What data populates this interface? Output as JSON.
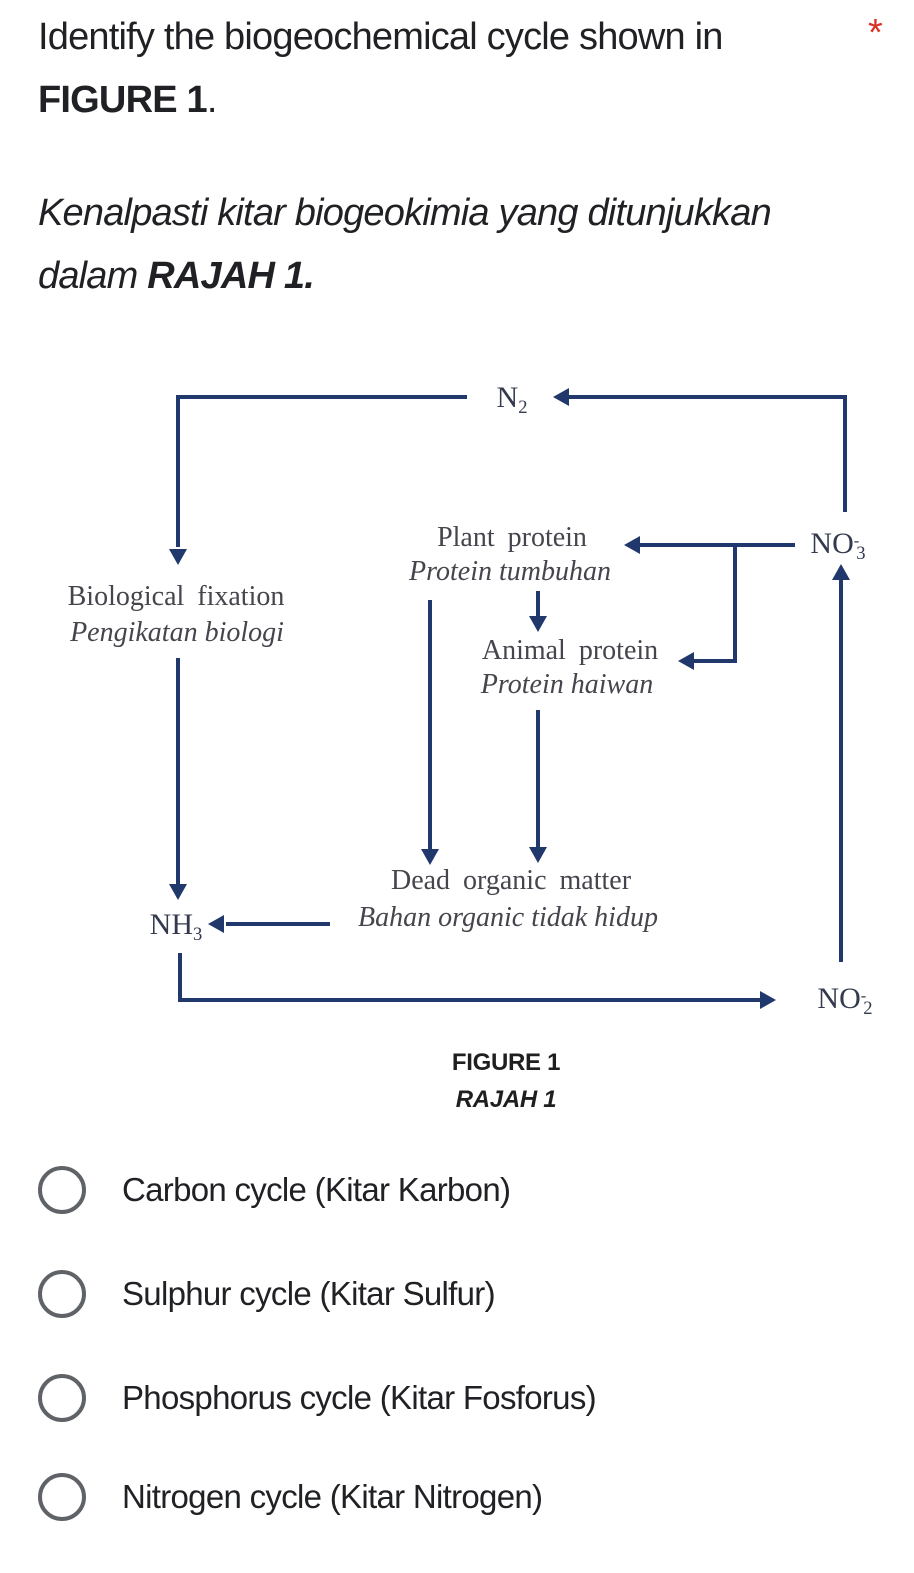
{
  "question": {
    "title_line1": "Identify the biogeochemical cycle shown in",
    "title_line2_bold": "FIGURE 1",
    "title_line2_suffix": ".",
    "required_marker": "*",
    "translation_line1": "Kenalpasti kitar biogeokimia yang ditunjukkan",
    "translation_line2_prefix": "dalam ",
    "translation_line2_bold": "RAJAH 1."
  },
  "colors": {
    "question_text": "#202124",
    "required_asterisk": "#d93025",
    "diagram_line": "#20386b",
    "diagram_text": "#45454d",
    "radio_border": "#5f6368",
    "background": "#ffffff"
  },
  "diagram": {
    "nodes": {
      "n2": {
        "base": "N",
        "sub": "2"
      },
      "no3": {
        "base": "NO",
        "sup": "-",
        "sub": "3"
      },
      "nh3": {
        "base": "NH",
        "sub": "3"
      },
      "no2": {
        "base": "NO",
        "sup": "-",
        "sub": "2"
      },
      "biological_fixation": {
        "en": "Biological fixation",
        "ms": "Pengikatan biologi"
      },
      "plant_protein": {
        "en": "Plant protein",
        "ms": "Protein tumbuhan"
      },
      "animal_protein": {
        "en": "Animal protein",
        "ms": "Protein haiwan"
      },
      "dead_organic_matter": {
        "en": "Dead organic matter",
        "ms": "Bahan organic tidak hidup"
      }
    },
    "caption": {
      "en": "FIGURE 1",
      "ms": "RAJAH 1"
    }
  },
  "options": [
    {
      "label": "Carbon cycle (Kitar Karbon)"
    },
    {
      "label": "Sulphur cycle (Kitar Sulfur)"
    },
    {
      "label": "Phosphorus cycle (Kitar Fosforus)"
    },
    {
      "label": "Nitrogen cycle (Kitar Nitrogen)"
    }
  ]
}
